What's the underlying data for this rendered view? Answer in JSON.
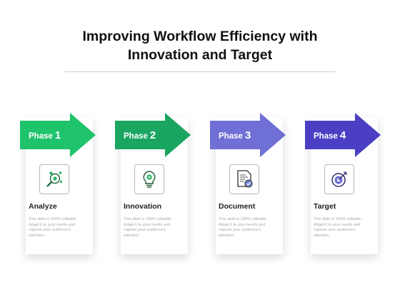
{
  "title_line1": "Improving Workflow Efficiency with",
  "title_line2": "Innovation and Target",
  "phases": [
    {
      "label": "Phase",
      "number": "1",
      "name": "Analyze",
      "icon": "magnifier-gear-icon",
      "color": "#1fc36b",
      "description": "This slide is 100% editable. Adapt it to your needs and capture your audience's attention."
    },
    {
      "label": "Phase",
      "number": "2",
      "name": "Innovation",
      "icon": "lightbulb-gear-icon",
      "color": "#1aa560",
      "description": "This slide is 100% editable. Adapt it to your needs and capture your audience's attention."
    },
    {
      "label": "Phase",
      "number": "3",
      "name": "Document",
      "icon": "document-check-icon",
      "color": "#6f6fd6",
      "description": "This slide is 100% editable. Adapt it to your needs and capture your audience's attention."
    },
    {
      "label": "Phase",
      "number": "4",
      "name": "Target",
      "icon": "target-arrow-icon",
      "color": "#4b40c4",
      "description": "This slide is 100% editable. Adapt it to your needs and capture your audience's attention."
    }
  ]
}
